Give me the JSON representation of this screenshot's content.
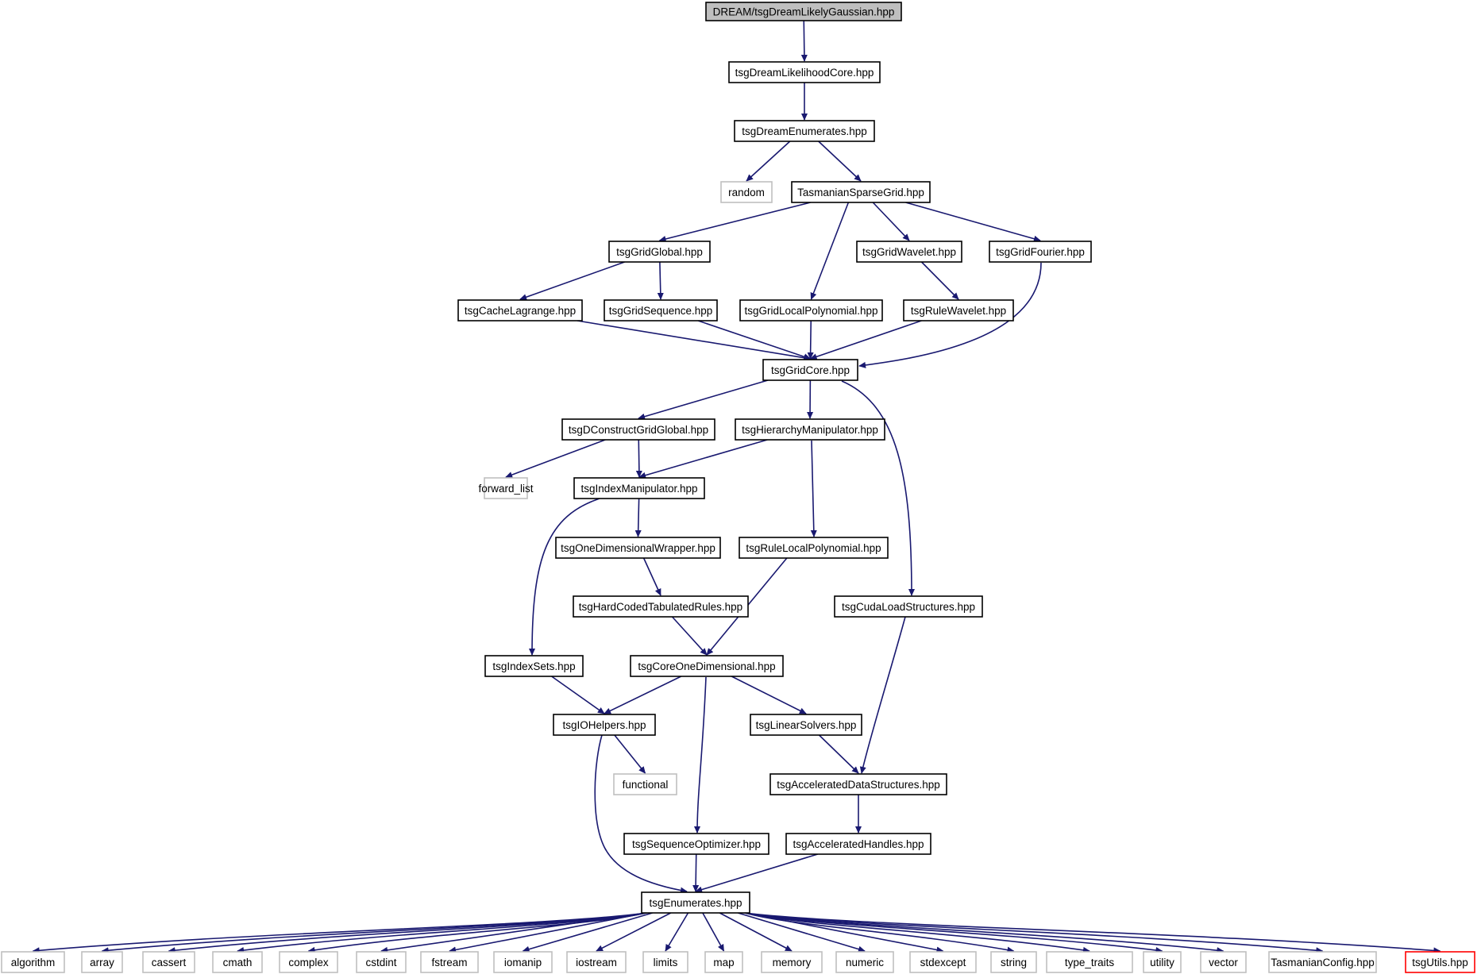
{
  "colors": {
    "edge": "#191970",
    "root_fill": "#bfbfbf",
    "node_border": "#000000",
    "system_border": "#bfbfbf",
    "missing_border": "#ff0000"
  },
  "nodes": [
    {
      "id": "root",
      "label": "DREAM/tsgDreamLikelyGaussian.hpp",
      "kind": "root"
    },
    {
      "id": "likecore",
      "label": "tsgDreamLikelihoodCore.hpp",
      "kind": "file"
    },
    {
      "id": "dreamenum",
      "label": "tsgDreamEnumerates.hpp",
      "kind": "file"
    },
    {
      "id": "random",
      "label": "random",
      "kind": "system"
    },
    {
      "id": "tsg",
      "label": "TasmanianSparseGrid.hpp",
      "kind": "file"
    },
    {
      "id": "global",
      "label": "tsgGridGlobal.hpp",
      "kind": "file"
    },
    {
      "id": "wavelet",
      "label": "tsgGridWavelet.hpp",
      "kind": "file"
    },
    {
      "id": "fourier",
      "label": "tsgGridFourier.hpp",
      "kind": "file"
    },
    {
      "id": "cachelag",
      "label": "tsgCacheLagrange.hpp",
      "kind": "file"
    },
    {
      "id": "gridseq",
      "label": "tsgGridSequence.hpp",
      "kind": "file"
    },
    {
      "id": "localpoly",
      "label": "tsgGridLocalPolynomial.hpp",
      "kind": "file"
    },
    {
      "id": "rulewave",
      "label": "tsgRuleWavelet.hpp",
      "kind": "file"
    },
    {
      "id": "gridcore",
      "label": "tsgGridCore.hpp",
      "kind": "file"
    },
    {
      "id": "dconstruct",
      "label": "tsgDConstructGridGlobal.hpp",
      "kind": "file"
    },
    {
      "id": "hierarchy",
      "label": "tsgHierarchyManipulator.hpp",
      "kind": "file"
    },
    {
      "id": "fwdlist",
      "label": "forward_list",
      "kind": "system"
    },
    {
      "id": "indexmanip",
      "label": "tsgIndexManipulator.hpp",
      "kind": "file"
    },
    {
      "id": "onedimwrap",
      "label": "tsgOneDimensionalWrapper.hpp",
      "kind": "file"
    },
    {
      "id": "rulelocal",
      "label": "tsgRuleLocalPolynomial.hpp",
      "kind": "file"
    },
    {
      "id": "hardcoded",
      "label": "tsgHardCodedTabulatedRules.hpp",
      "kind": "file"
    },
    {
      "id": "cudaload",
      "label": "tsgCudaLoadStructures.hpp",
      "kind": "file"
    },
    {
      "id": "indexsets",
      "label": "tsgIndexSets.hpp",
      "kind": "file"
    },
    {
      "id": "coreone",
      "label": "tsgCoreOneDimensional.hpp",
      "kind": "file"
    },
    {
      "id": "iohelpers",
      "label": "tsgIOHelpers.hpp",
      "kind": "file"
    },
    {
      "id": "linsolve",
      "label": "tsgLinearSolvers.hpp",
      "kind": "file"
    },
    {
      "id": "functional",
      "label": "functional",
      "kind": "system"
    },
    {
      "id": "accdata",
      "label": "tsgAcceleratedDataStructures.hpp",
      "kind": "file"
    },
    {
      "id": "seqopt",
      "label": "tsgSequenceOptimizer.hpp",
      "kind": "file"
    },
    {
      "id": "acchandles",
      "label": "tsgAcceleratedHandles.hpp",
      "kind": "file"
    },
    {
      "id": "enumerates",
      "label": "tsgEnumerates.hpp",
      "kind": "file"
    },
    {
      "id": "algorithm",
      "label": "algorithm",
      "kind": "system"
    },
    {
      "id": "array",
      "label": "array",
      "kind": "system"
    },
    {
      "id": "cassert",
      "label": "cassert",
      "kind": "system"
    },
    {
      "id": "cmath",
      "label": "cmath",
      "kind": "system"
    },
    {
      "id": "complex",
      "label": "complex",
      "kind": "system"
    },
    {
      "id": "cstdint",
      "label": "cstdint",
      "kind": "system"
    },
    {
      "id": "fstream",
      "label": "fstream",
      "kind": "system"
    },
    {
      "id": "iomanip",
      "label": "iomanip",
      "kind": "system"
    },
    {
      "id": "iostream",
      "label": "iostream",
      "kind": "system"
    },
    {
      "id": "limits",
      "label": "limits",
      "kind": "system"
    },
    {
      "id": "map",
      "label": "map",
      "kind": "system"
    },
    {
      "id": "memory",
      "label": "memory",
      "kind": "system"
    },
    {
      "id": "numeric",
      "label": "numeric",
      "kind": "system"
    },
    {
      "id": "stdexcept",
      "label": "stdexcept",
      "kind": "system"
    },
    {
      "id": "string",
      "label": "string",
      "kind": "system"
    },
    {
      "id": "type_traits",
      "label": "type_traits",
      "kind": "system"
    },
    {
      "id": "utility",
      "label": "utility",
      "kind": "system"
    },
    {
      "id": "vector",
      "label": "vector",
      "kind": "system"
    },
    {
      "id": "tasconfig",
      "label": "TasmanianConfig.hpp",
      "kind": "system"
    },
    {
      "id": "utils",
      "label": "tsgUtils.hpp",
      "kind": "missing"
    }
  ],
  "edges": [
    [
      "root",
      "likecore"
    ],
    [
      "likecore",
      "dreamenum"
    ],
    [
      "dreamenum",
      "random"
    ],
    [
      "dreamenum",
      "tsg"
    ],
    [
      "tsg",
      "global"
    ],
    [
      "tsg",
      "localpoly"
    ],
    [
      "tsg",
      "wavelet"
    ],
    [
      "tsg",
      "fourier"
    ],
    [
      "global",
      "cachelag"
    ],
    [
      "global",
      "gridseq"
    ],
    [
      "wavelet",
      "rulewave"
    ],
    [
      "cachelag",
      "gridcore"
    ],
    [
      "gridseq",
      "gridcore"
    ],
    [
      "localpoly",
      "gridcore"
    ],
    [
      "rulewave",
      "gridcore"
    ],
    [
      "fourier",
      "gridcore"
    ],
    [
      "gridcore",
      "dconstruct"
    ],
    [
      "gridcore",
      "hierarchy"
    ],
    [
      "gridcore",
      "cudaload"
    ],
    [
      "dconstruct",
      "fwdlist"
    ],
    [
      "dconstruct",
      "indexmanip"
    ],
    [
      "hierarchy",
      "indexmanip"
    ],
    [
      "hierarchy",
      "rulelocal"
    ],
    [
      "indexmanip",
      "onedimwrap"
    ],
    [
      "indexmanip",
      "indexsets"
    ],
    [
      "onedimwrap",
      "hardcoded"
    ],
    [
      "hardcoded",
      "coreone"
    ],
    [
      "rulelocal",
      "coreone"
    ],
    [
      "cudaload",
      "accdata"
    ],
    [
      "indexsets",
      "iohelpers"
    ],
    [
      "coreone",
      "iohelpers"
    ],
    [
      "coreone",
      "linsolve"
    ],
    [
      "coreone",
      "seqopt"
    ],
    [
      "iohelpers",
      "functional"
    ],
    [
      "iohelpers",
      "enumerates"
    ],
    [
      "linsolve",
      "accdata"
    ],
    [
      "accdata",
      "acchandles"
    ],
    [
      "seqopt",
      "enumerates"
    ],
    [
      "acchandles",
      "enumerates"
    ],
    [
      "enumerates",
      "algorithm"
    ],
    [
      "enumerates",
      "array"
    ],
    [
      "enumerates",
      "cassert"
    ],
    [
      "enumerates",
      "cmath"
    ],
    [
      "enumerates",
      "complex"
    ],
    [
      "enumerates",
      "cstdint"
    ],
    [
      "enumerates",
      "fstream"
    ],
    [
      "enumerates",
      "iomanip"
    ],
    [
      "enumerates",
      "iostream"
    ],
    [
      "enumerates",
      "limits"
    ],
    [
      "enumerates",
      "map"
    ],
    [
      "enumerates",
      "memory"
    ],
    [
      "enumerates",
      "numeric"
    ],
    [
      "enumerates",
      "stdexcept"
    ],
    [
      "enumerates",
      "string"
    ],
    [
      "enumerates",
      "type_traits"
    ],
    [
      "enumerates",
      "utility"
    ],
    [
      "enumerates",
      "vector"
    ],
    [
      "enumerates",
      "tasconfig"
    ],
    [
      "enumerates",
      "utils"
    ]
  ]
}
